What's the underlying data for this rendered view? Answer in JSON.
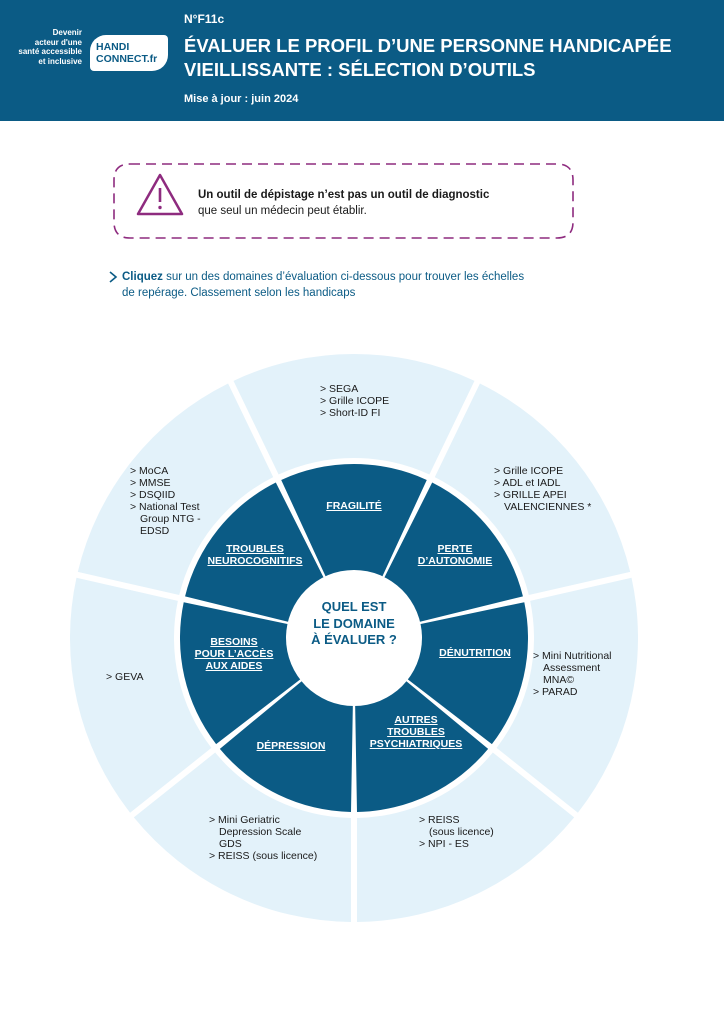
{
  "header": {
    "tagline": [
      "Devenir",
      "acteur d'une",
      "santé accessible",
      "et inclusive"
    ],
    "logo": [
      "HANDI",
      "CONNECT.fr"
    ],
    "number": "N°F11c",
    "title": [
      "ÉVALUER LE PROFIL D’UNE PERSONNE HANDICAPÉE",
      "VIEILLISSANTE : SÉLECTION D’OUTILS"
    ],
    "date": "Mise à jour : juin 2024",
    "color": "#0b5b85"
  },
  "warning": {
    "icon": "warning-triangle-icon",
    "bold": "Un outil de dépistage n’est pas un outil de diagnostic",
    "rest": "que seul un médecin peut établir.",
    "color": "#8e2b7f"
  },
  "instruction": {
    "lead": "Cliquez",
    "line1": " sur un des domaines d’évaluation ci-dessous pour trouver les échelles",
    "line2": "de repérage. Classement selon les handicaps"
  },
  "wheel": {
    "center": [
      "QUEL EST",
      "LE DOMAINE",
      "À ÉVALUER ?"
    ],
    "domains": [
      {
        "label": [
          "FRAGILITÉ"
        ],
        "tools": [
          "> SEGA",
          "> Grille ICOPE",
          "> Short-ID FI"
        ]
      },
      {
        "label": [
          "PERTE",
          "D’AUTONOMIE"
        ],
        "tools": [
          "> Grille ICOPE",
          "> ADL et IADL",
          "> GRILLE APEI",
          "VALENCIENNES *"
        ]
      },
      {
        "label": [
          "DÉNUTRITION"
        ],
        "tools": [
          "> Mini Nutritional",
          "Assessment",
          "MNA©",
          "> PARAD"
        ]
      },
      {
        "label": [
          "AUTRES",
          "TROUBLES",
          "PSYCHIATRIQUES"
        ],
        "tools": [
          "> REISS",
          "(sous licence)",
          "> NPI - ES"
        ]
      },
      {
        "label": [
          "DÉPRESSION"
        ],
        "tools": [
          "> Mini Geriatric",
          "Depression Scale",
          "GDS",
          "> REISS (sous licence)"
        ]
      },
      {
        "label": [
          "BESOINS",
          "POUR L’ACCÈS",
          "AUX AIDES"
        ],
        "tools": [
          "> GEVA"
        ]
      },
      {
        "label": [
          "TROUBLES",
          "NEUROCOGNITIFS"
        ],
        "tools": [
          "> MoCA",
          "> MMSE",
          "> DSQIID",
          "> National Test",
          "Group NTG -",
          "EDSD"
        ]
      }
    ],
    "colors": {
      "inner": "#0b5b85",
      "outer": "#e3f2fa"
    }
  }
}
